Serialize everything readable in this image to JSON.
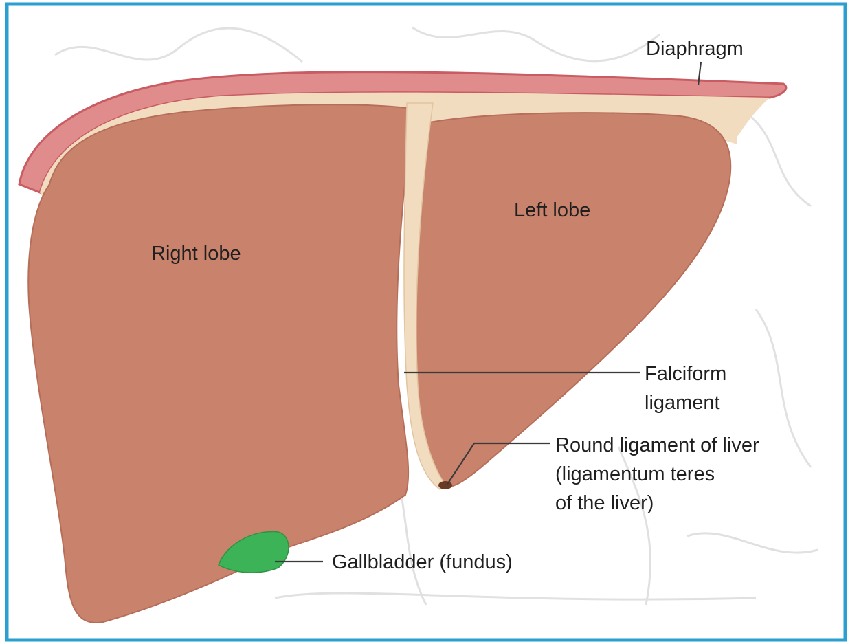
{
  "labels": {
    "diaphragm": "Diaphragm",
    "left_lobe": "Left lobe",
    "right_lobe": "Right lobe",
    "falciform_line1": "Falciform",
    "falciform_line2": "ligament",
    "round_line1": "Round ligament of liver",
    "round_line2": "(ligamentum teres",
    "round_line3": "of the liver)",
    "gallbladder": "Gallbladder (fundus)"
  },
  "colors": {
    "frame": "#2a9fd0",
    "liver": "#c9826c",
    "liver_dark": "#b66e59",
    "diaphragm": "#e08c8c",
    "diaphragm_edge": "#c85c62",
    "peritoneum": "#f1dcc0",
    "gallbladder": "#3db357",
    "round_ligament": "#6b3a24"
  }
}
